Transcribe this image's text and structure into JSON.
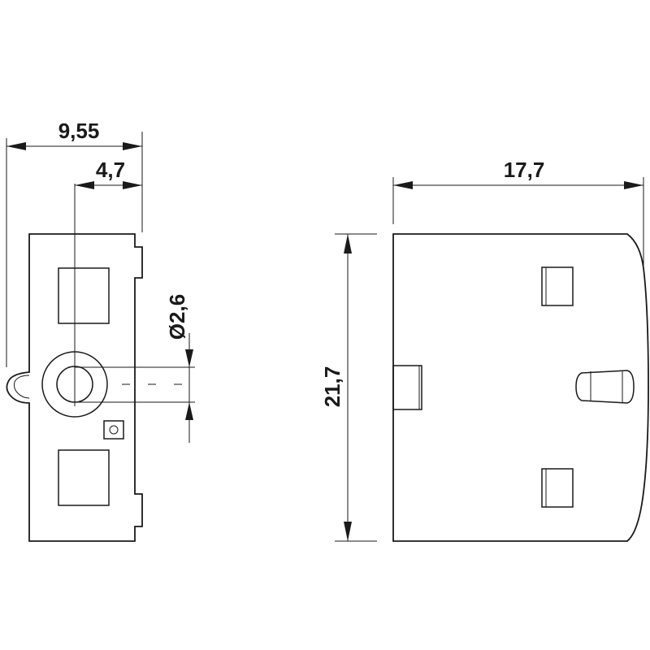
{
  "dimensions": {
    "overall_width": "9,55",
    "hole_offset": "4,7",
    "hole_diameter": "Ø2,6",
    "side_length": "17,7",
    "height": "21,7"
  },
  "colors": {
    "line": "#1a1a1a",
    "background": "#ffffff"
  }
}
